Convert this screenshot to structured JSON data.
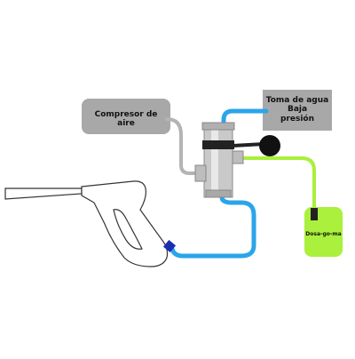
{
  "diagram": {
    "labels": {
      "compressor": "Compresor de aire",
      "water_line1": "Toma de agua",
      "water_line2": "Baja",
      "water_line3": "presión",
      "dosing": "Dosa-go-ma"
    },
    "colors": {
      "compressor_box": "#a8a8a8",
      "water_box": "#a8a8a8",
      "dosing_box": "#aaf03c",
      "water_hose": "#2aa5ea",
      "air_hose": "#b4b4b4",
      "chemical_hose": "#aaf03c",
      "gun_outline": "#333333",
      "connector": "#1a2fb0"
    }
  }
}
